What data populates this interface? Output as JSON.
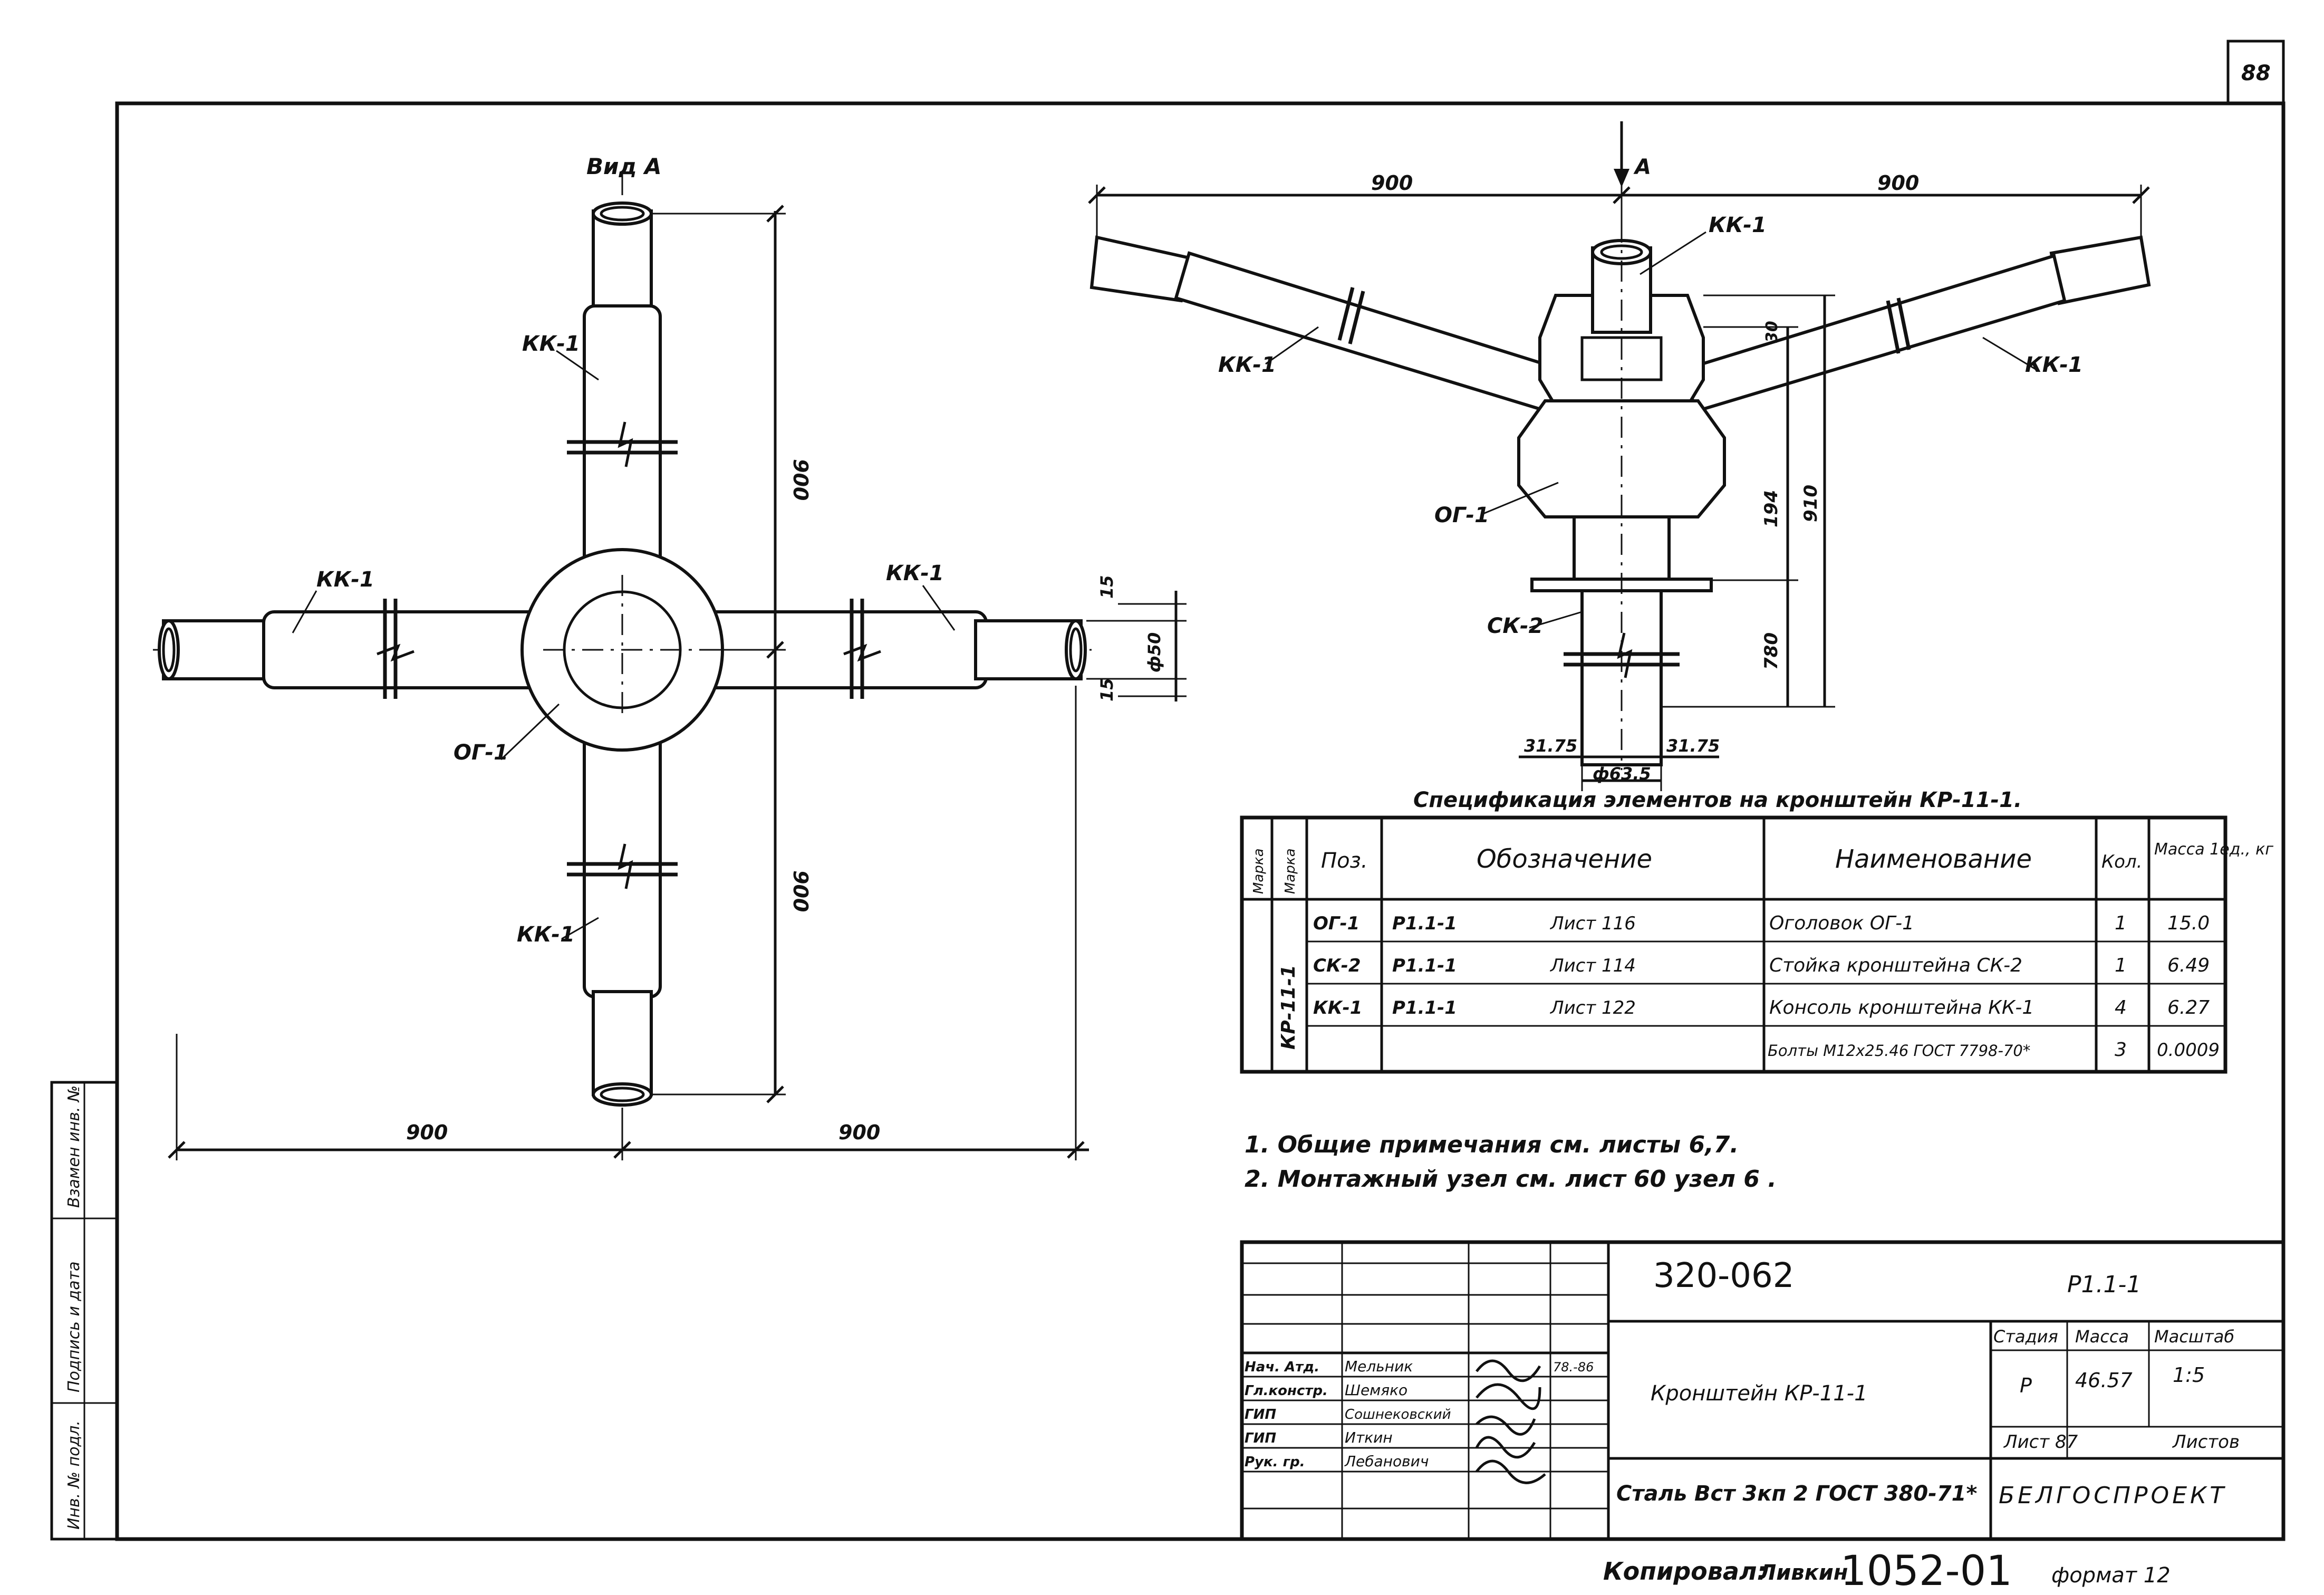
{
  "sheet": {
    "page_number": "88",
    "copied_by": "Копировал:",
    "copy_signature": "Ливкин",
    "archive_number": "1052-01",
    "format": "формат 12"
  },
  "left_view": {
    "title": "Вид А",
    "labels": {
      "kk_top": "КК-1",
      "kk_left": "КК-1",
      "kk_right": "КК-1",
      "kk_bottom": "КК-1",
      "og": "ОГ-1"
    },
    "dims": {
      "left_900": "900",
      "right_900": "900",
      "top_900": "900",
      "bottom_900": "900",
      "d15a": "15",
      "d50": "ф50",
      "d15b": "15"
    }
  },
  "right_view": {
    "arrow_label": "А",
    "labels": {
      "kk_left": "КК-1",
      "kk_top": "КК-1",
      "kk_right": "КК-1",
      "og": "ОГ-1",
      "sk": "СК-2"
    },
    "dims": {
      "left_900": "900",
      "right_900": "900",
      "d30": "30",
      "d194": "194",
      "d780": "780",
      "d910": "910",
      "d3175a": "31.75",
      "d3175b": "31.75",
      "d635": "ф63.5"
    }
  },
  "spec": {
    "title": "Спецификация элементов на кронштейн КР-11-1.",
    "headers": {
      "brand": "Марка",
      "mark": "Марка",
      "pos": "Поз.",
      "designation": "Обозначение",
      "name": "Наименование",
      "qty": "Кол.",
      "mass": "Масса 1ед., кг"
    },
    "group": "КР-11-1",
    "rows": [
      {
        "pos": "ОГ-1",
        "doc": "Р1.1-1",
        "sheet": "Лист 116",
        "name": "Оголовок ОГ-1",
        "qty": "1",
        "mass": "15.0"
      },
      {
        "pos": "СК-2",
        "doc": "Р1.1-1",
        "sheet": "Лист 114",
        "name": "Стойка кронштейна СК-2",
        "qty": "1",
        "mass": "6.49"
      },
      {
        "pos": "КК-1",
        "doc": "Р1.1-1",
        "sheet": "Лист 122",
        "name": "Консоль кронштейна КК-1",
        "qty": "4",
        "mass": "6.27"
      },
      {
        "pos": "",
        "doc": "",
        "sheet": "",
        "name": "Болты М12х25.46 ГОСТ 7798-70*",
        "qty": "3",
        "mass": "0.0009"
      }
    ]
  },
  "notes": [
    "1. Общие примечания см. листы 6,7.",
    "2. Монтажный узел см. лист 60 узел 6 ."
  ],
  "stamp": {
    "code": "320-062",
    "series": "Р1.1-1",
    "title": "Кронштейн КР-11-1",
    "material": "Сталь Вст 3кп 2 ГОСТ 380-71*",
    "org": "БЕЛГОСПРОЕКТ",
    "stage_h": "Стадия",
    "mass_h": "Масса",
    "scale_h": "Масштаб",
    "stage": "Р",
    "mass": "46.57",
    "scale": "1:5",
    "sheet": "Лист 87",
    "sheets": "Листов",
    "people": [
      {
        "role": "Нач. Атд.",
        "name": "Мельник",
        "date": "78.-86"
      },
      {
        "role": "Гл.констр.",
        "name": "Шемяко",
        "date": ""
      },
      {
        "role": "ГИП",
        "name": "Сошнековский",
        "date": ""
      },
      {
        "role": "ГИП",
        "name": "Иткин",
        "date": ""
      },
      {
        "role": "Рук. гр.",
        "name": "Лебанович",
        "date": ""
      }
    ]
  },
  "side_stamp": {
    "cells": [
      "Инв. № подл.",
      "Подпись и дата",
      "Взамен инв. №"
    ]
  }
}
